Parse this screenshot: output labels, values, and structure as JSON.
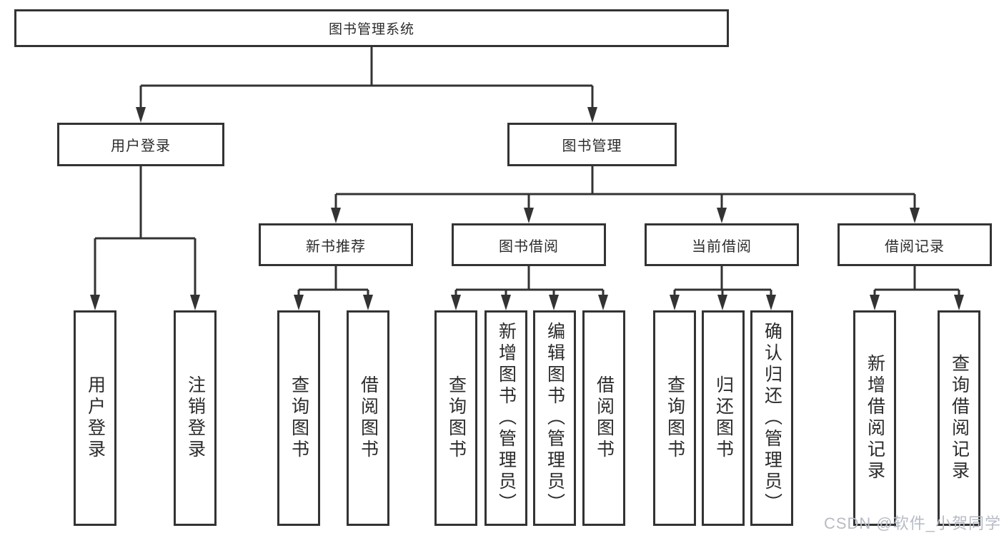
{
  "diagram": {
    "root": "图书管理系统",
    "branches": [
      {
        "label": "用户登录",
        "children": [
          "用户登录",
          "注销登录"
        ]
      },
      {
        "label": "图书管理",
        "sections": [
          {
            "label": "新书推荐",
            "children": [
              "查询图书",
              "借阅图书"
            ]
          },
          {
            "label": "图书借阅",
            "children": [
              "查询图书",
              "新增图书（管理员）",
              "编辑图书（管理员）",
              "借阅图书"
            ]
          },
          {
            "label": "当前借阅",
            "children": [
              "查询图书",
              "归还图书",
              "确认归还（管理员）"
            ]
          },
          {
            "label": "借阅记录",
            "children": [
              "新增借阅记录",
              "查询借阅记录"
            ]
          }
        ]
      }
    ]
  },
  "watermark": "CSDN @软件_小贺同学",
  "colors": {
    "line": "#333333",
    "text": "#2b2b2b",
    "watermark": "#b7bbc4",
    "background": "#ffffff"
  }
}
